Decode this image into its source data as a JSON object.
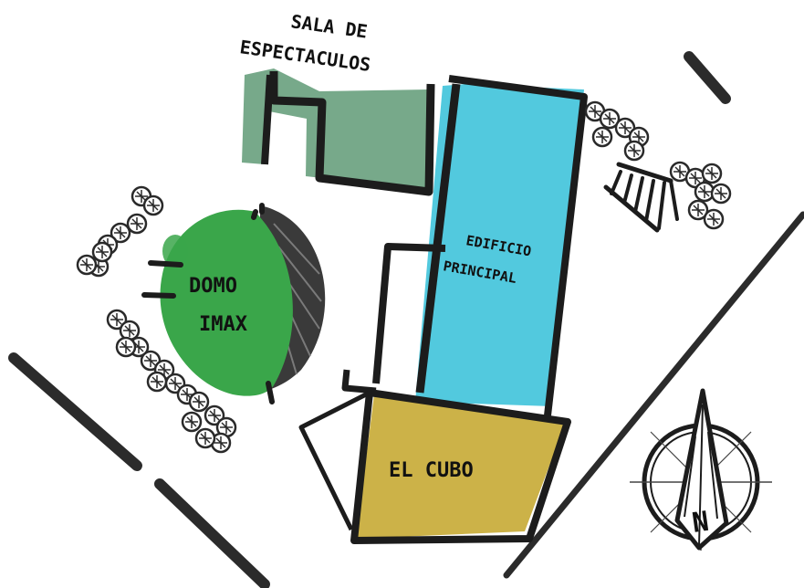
{
  "labels": {
    "sala_line1": "SALA DE",
    "sala_line2": "ESPECTACULOS",
    "edificio_line1": "EDIFICIO",
    "edificio_line2": "PRINCIPAL",
    "domo_line1": "DOMO",
    "domo_line2": "IMAX",
    "cubo": "EL CUBO",
    "compass_letter": "N"
  },
  "colors": {
    "sala": "#5f9a76",
    "edificio": "#3fc3da",
    "domo": "#3aa64a",
    "cubo": "#c9ae3e",
    "ink": "#1c1c1c",
    "trees": "#2a2a2a"
  },
  "icons": [
    "tree-icon",
    "north-compass-icon"
  ]
}
